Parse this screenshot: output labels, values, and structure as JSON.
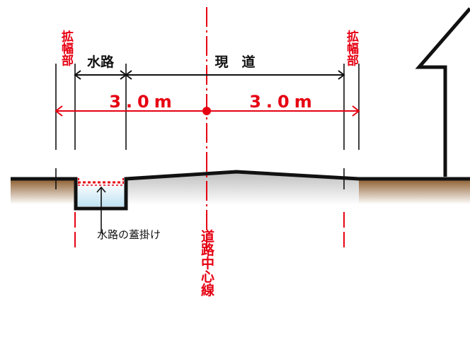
{
  "labels": {
    "widening_left": "拡幅部",
    "widening_right": "拡幅部",
    "waterway": "水路",
    "current_road": "現　道",
    "distance_left": "3.0m",
    "distance_right": "3.0m",
    "waterway_cover": "水路の蓋掛け",
    "road_centerline": "道路中心線"
  },
  "colors": {
    "accent_red": "#e60012",
    "ground_brown": "#8b5a2b",
    "water_blue": "#d6ecf6",
    "line_black": "#111111"
  }
}
